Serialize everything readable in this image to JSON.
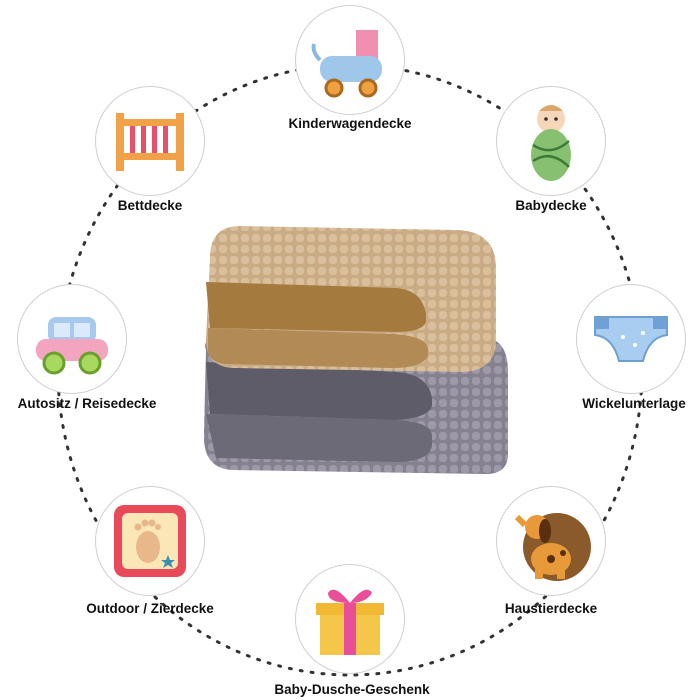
{
  "uses": [
    {
      "id": "kinderwagen",
      "label": "Kinderwagendecke",
      "icon": "stroller-icon"
    },
    {
      "id": "baby",
      "label": "Babydecke",
      "icon": "swaddled-baby-icon"
    },
    {
      "id": "wickel",
      "label": "Wickelunterlage",
      "icon": "diaper-icon"
    },
    {
      "id": "haustier",
      "label": "Haustierdecke",
      "icon": "dog-icon"
    },
    {
      "id": "geschenk",
      "label": "Baby-Dusche-Geschenk",
      "icon": "gift-icon"
    },
    {
      "id": "outdoor",
      "label": "Outdoor / Zierdecke",
      "icon": "baby-footprint-icon"
    },
    {
      "id": "auto",
      "label": "Autositz / Reisedecke",
      "icon": "toy-car-icon"
    },
    {
      "id": "bett",
      "label": "Bettdecke",
      "icon": "crib-icon"
    }
  ],
  "colors": {
    "blanket_top": "#c9ac86",
    "blanket_top_inner": "#a47a3f",
    "blanket_bottom": "#8a8795",
    "blanket_bottom_inner": "#615e6b",
    "ring": "#333333"
  }
}
